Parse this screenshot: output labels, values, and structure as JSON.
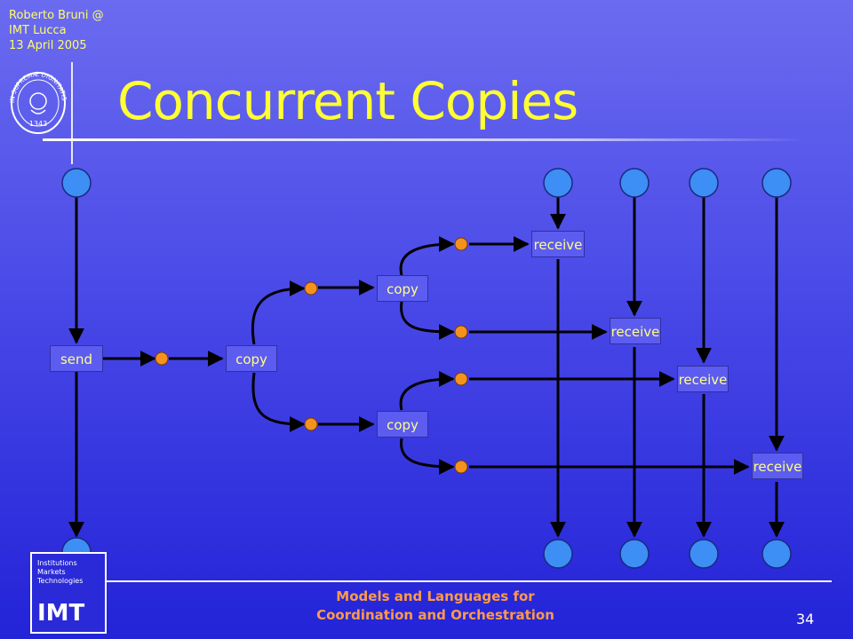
{
  "header": {
    "author_line1": "Roberto Bruni @",
    "author_line2": "IMT Lucca",
    "author_line3": "13 April 2005"
  },
  "seal": {
    "icon": "university-seal-icon",
    "ring_text": "IN SUPREMÆ DIGNITATIS",
    "year": "1343"
  },
  "slide": {
    "title": "Concurrent Copies"
  },
  "diagram": {
    "send_label": "send",
    "copy_labels": [
      "copy",
      "copy",
      "copy"
    ],
    "receive_labels": [
      "receive",
      "receive",
      "receive",
      "receive"
    ]
  },
  "footer": {
    "imt_small_1": "Institutions",
    "imt_small_2": "Markets",
    "imt_small_3": "Technologies",
    "imt_big": "IMT",
    "course_line1": "Models and Languages for",
    "course_line2": "Coordination and Orchestration",
    "page_number": "34"
  },
  "colors": {
    "background_top": "#6b6bf0",
    "background_bottom": "#2323d8",
    "place_blue": "#3d8ef5",
    "place_orange": "#f5921e",
    "title_yellow": "#ffff33",
    "footer_orange": "#ff9a4a"
  }
}
